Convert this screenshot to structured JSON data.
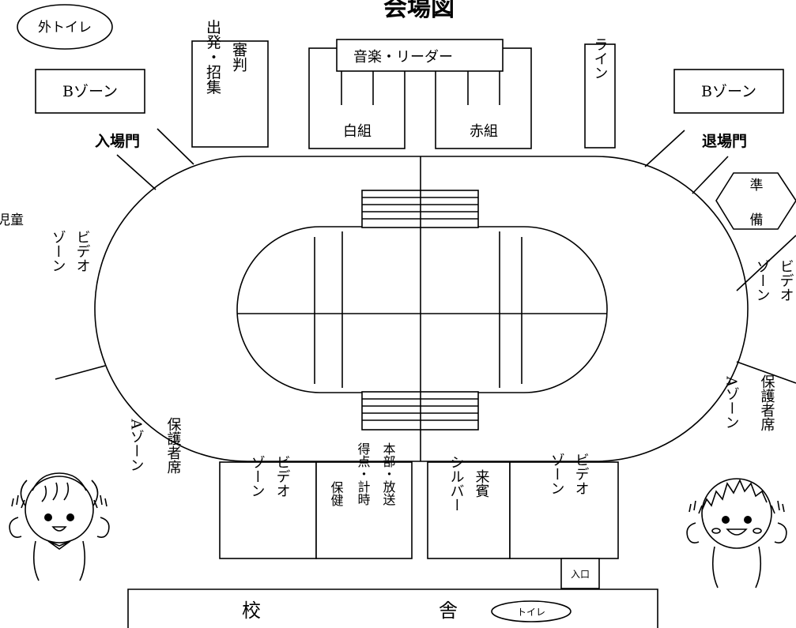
{
  "title": "会場図",
  "outside_toilet": "外トイレ",
  "b_zone_left": "Bゾーン",
  "b_zone_right": "Bゾーン",
  "entrance_gate": "入場門",
  "exit_gate": "退場門",
  "start_judge": {
    "col1": "出発・招集",
    "col2": "審判"
  },
  "music_leader": "音楽・リーダー",
  "white_team": "白組",
  "red_team": "赤組",
  "line": "ライン",
  "preparation": {
    "top": "準",
    "bottom": "備"
  },
  "students_partial": "児童",
  "video_zone_left": {
    "col1": "ビデオ",
    "col2": "ゾーン"
  },
  "video_zone_right": {
    "col1": "ビデオ",
    "col2": "ゾーン"
  },
  "guardian_a_left": {
    "col1": "保護者席",
    "col2": "Aゾーン"
  },
  "guardian_a_right": {
    "col1": "保護者席",
    "col2": "Aゾーン"
  },
  "bottom_video_1": {
    "col1": "ビデオ",
    "col2": "ゾーン"
  },
  "hq_box": {
    "col1": "本部・放送",
    "col2": "得点・計時",
    "col3": "保健"
  },
  "guest_silver": {
    "col1": "来賓",
    "col2": "シルバー"
  },
  "bottom_video_2": {
    "col1": "ビデオ",
    "col2": "ゾーン"
  },
  "entrance": "入口",
  "school_building": {
    "left": "校",
    "right": "舎"
  },
  "toilet": "トイレ"
}
